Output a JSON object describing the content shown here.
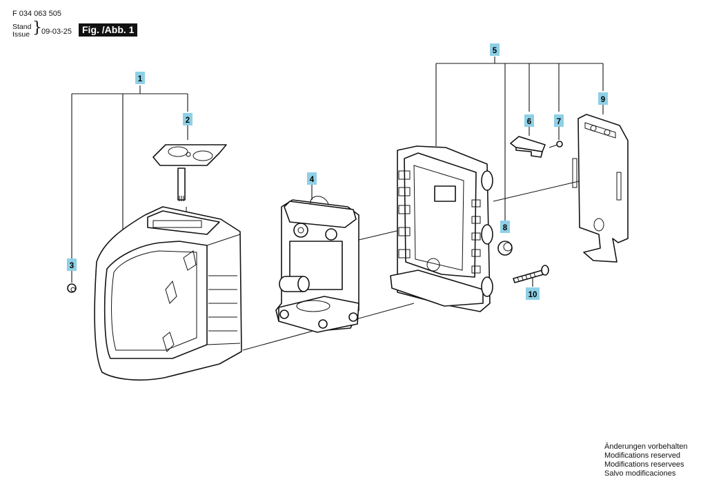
{
  "header": {
    "part_code": "F 034 063 505",
    "stand_label": "Stand",
    "issue_label": "Issue",
    "date": "09-03-25",
    "figure_label": "Fig. /Abb. 1"
  },
  "callouts": [
    "1",
    "2",
    "3",
    "4",
    "5",
    "6",
    "7",
    "8",
    "9",
    "10"
  ],
  "footer_notes": [
    "Änderungen vorbehalten",
    "Modifications reserved",
    "Modifications reservees",
    "Salvo modificaciones"
  ],
  "colors": {
    "callout_fill": "#8ed0e6",
    "figure_box": "#111111"
  }
}
